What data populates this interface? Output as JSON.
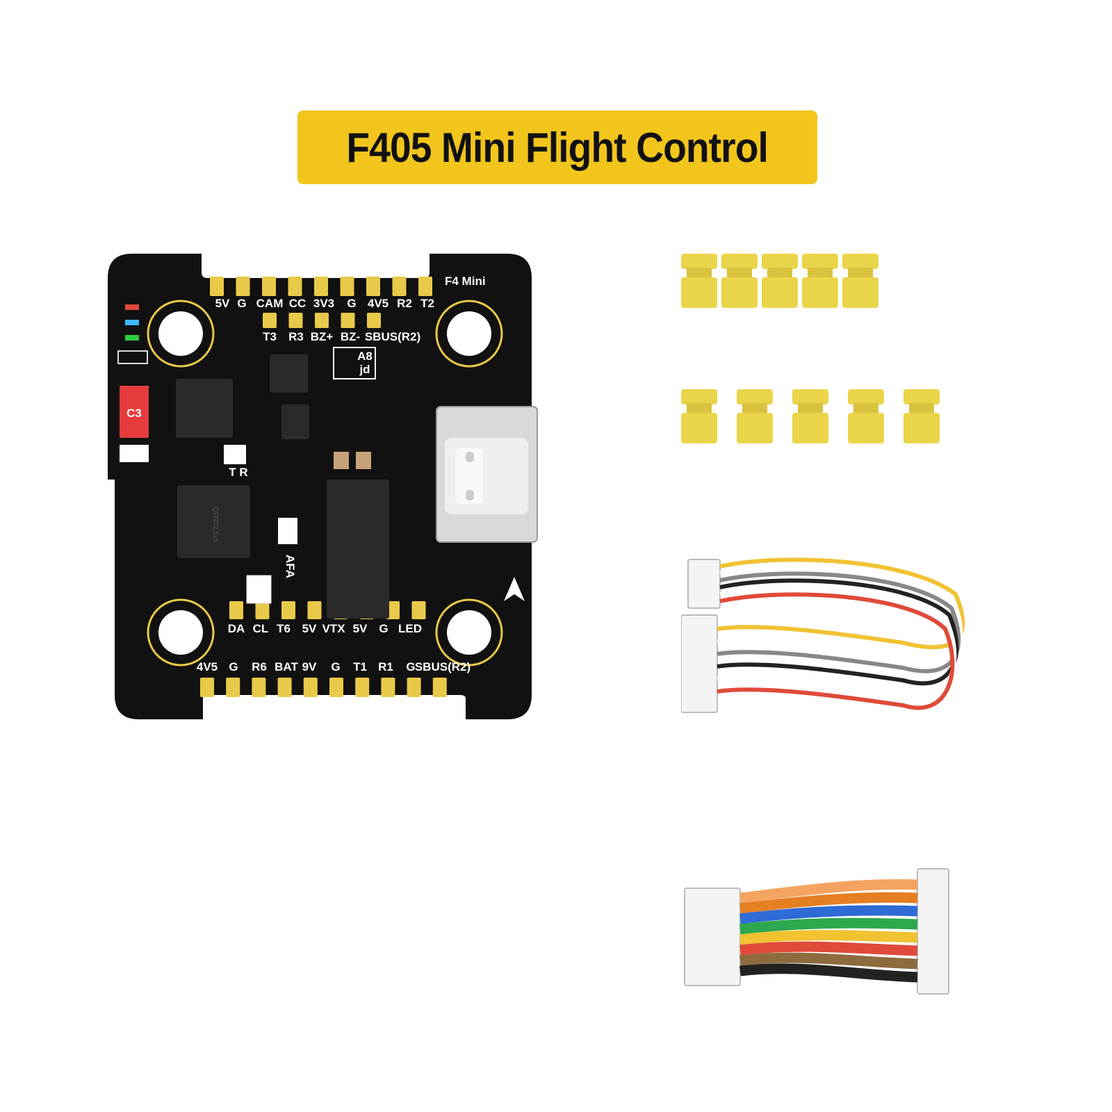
{
  "title": "F405 Mini Flight Control",
  "colors": {
    "banner": "#f2c51c",
    "board": "#111111",
    "pad": "#e9c949",
    "damper": "#ead54a"
  },
  "board": {
    "name": "F4 Mini",
    "top_row1": [
      "5V",
      "G",
      "CAM",
      "CC",
      "3V3",
      "G",
      "4V5",
      "R2",
      "T2"
    ],
    "top_row2": [
      "T3",
      "R3",
      "BZ+",
      "BZ-",
      "SBUS(R2)"
    ],
    "bottom_row1": [
      "DA",
      "CL",
      "T6",
      "5V",
      "VTX",
      "5V",
      "G",
      "LED"
    ],
    "bottom_row2": [
      "4V5",
      "G",
      "R6",
      "BAT",
      "9V",
      "G",
      "T1",
      "R1",
      "G",
      "SBUS(R2)"
    ],
    "chip_mark": "A8\njd",
    "chip_mark_line1": "A8",
    "chip_mark_line2": "jd",
    "c3": "C3",
    "tr": "T R",
    "afa": "AFA",
    "imu_mark": "QFN32.5x5"
  },
  "accessories": {
    "damper_count_row1": 5,
    "damper_count_row2": 5,
    "cable_6pin": [
      "#f1c232",
      "#ffffff",
      "#888888",
      "#222222",
      "#ffffff",
      "#e04a3a"
    ],
    "cable_8pin": [
      "#f4a460",
      "#e67e22",
      "#2e6bd6",
      "#2ea84e",
      "#f1c232",
      "#e04a3a",
      "#8e6b3d",
      "#222222"
    ]
  }
}
